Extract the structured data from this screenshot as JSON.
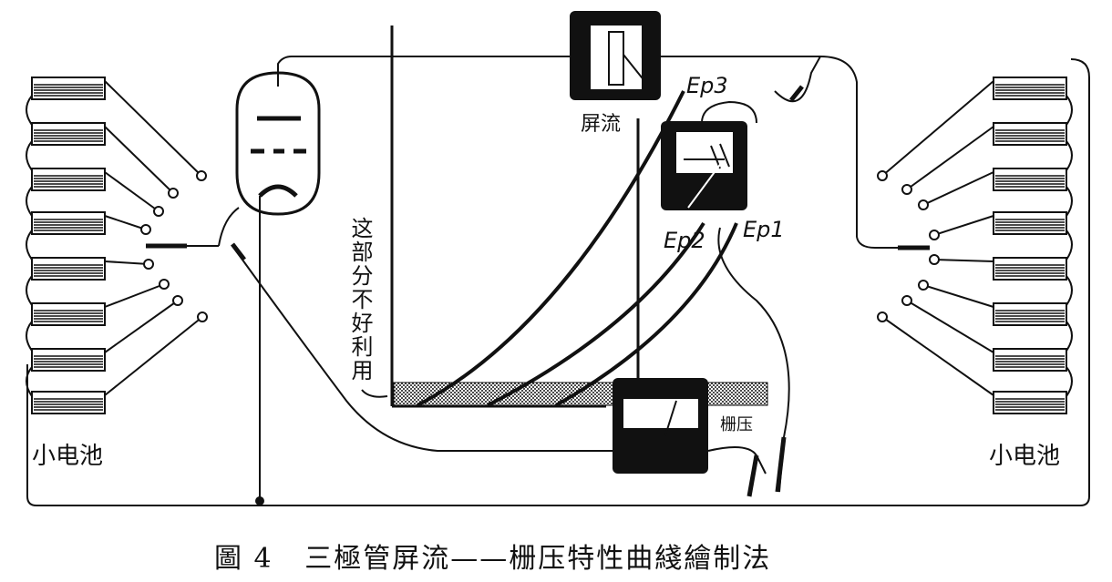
{
  "labels": {
    "plate_current": "屏流",
    "ep3": "Ep3",
    "ep2": "Ep2",
    "ep1": "Ep1",
    "unusable_region": "这部分不好利用",
    "grid_voltage": "栅压",
    "battery_left": "小电池",
    "battery_right": "小电池"
  },
  "caption": {
    "figure": "圖 4",
    "title": "三極管屏流——栅压特性曲綫繪制法"
  },
  "colors": {
    "ink": "#111111",
    "paper": "#ffffff"
  }
}
